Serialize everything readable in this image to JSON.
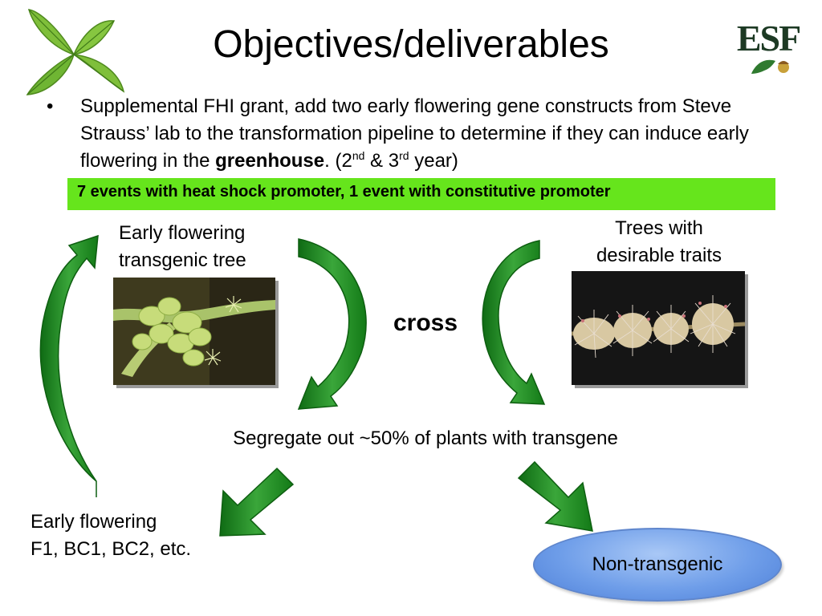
{
  "slide": {
    "title": "Objectives/deliverables",
    "bullet": {
      "marker": "•",
      "text_1": "Supplemental FHI grant,  add two early flowering gene constructs from Steve Strauss’ lab to the transformation pipeline to determine if they can induce early flowering in the ",
      "bold": "greenhouse",
      "text_2": ". (2",
      "sup_1": "nd",
      "text_3": " & 3",
      "sup_2": "rd",
      "text_4": " year)"
    },
    "highlight": "7 events with heat shock promoter, 1 event with constitutive promoter",
    "labels": {
      "early_tree_1": "Early flowering",
      "early_tree_2": "transgenic tree",
      "trees_1": "Trees with",
      "trees_2": "desirable traits",
      "cross": "cross",
      "segregate": "Segregate out ~50% of plants with transgene",
      "f1_1": "Early flowering",
      "f1_2": "F1, BC1, BC2, etc.",
      "non_transgenic": "Non-transgenic"
    },
    "logo": {
      "esf": "ESF"
    },
    "colors": {
      "highlight_bg": "#66e51c",
      "arrow_green": "#1f8a1f",
      "oval_blue": "#6f9ee9"
    }
  }
}
